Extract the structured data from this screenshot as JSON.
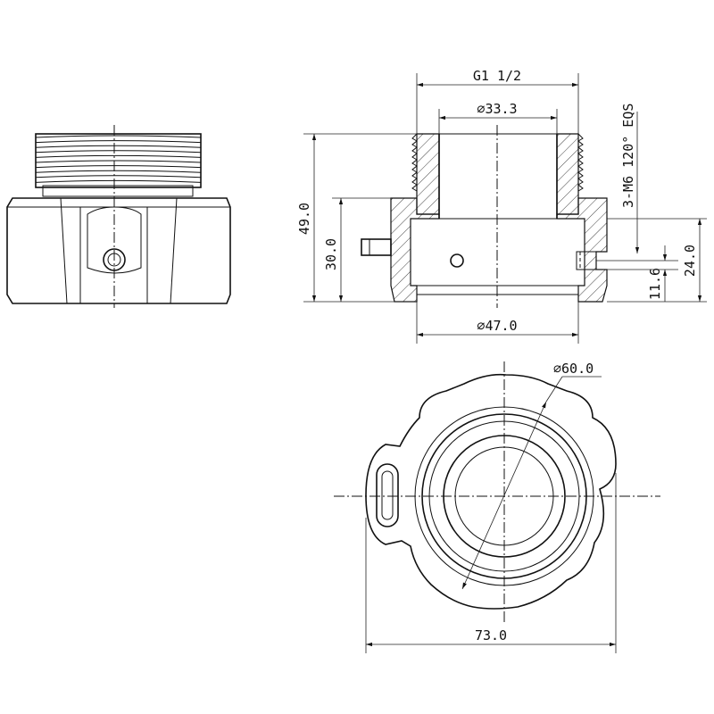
{
  "dimensions": {
    "thread": "G1 1/2",
    "bore_diameter": "⌀33.3",
    "holes": "3-M6 120° EQS",
    "overall_height": "49.0",
    "body_height": "30.0",
    "lower_height": "24.0",
    "hole_offset": "11.6",
    "body_diameter": "⌀47.0",
    "flange_diameter": "⌀60.0",
    "overall_width": "73.0"
  },
  "colors": {
    "line": "#111111",
    "background": "#ffffff"
  }
}
